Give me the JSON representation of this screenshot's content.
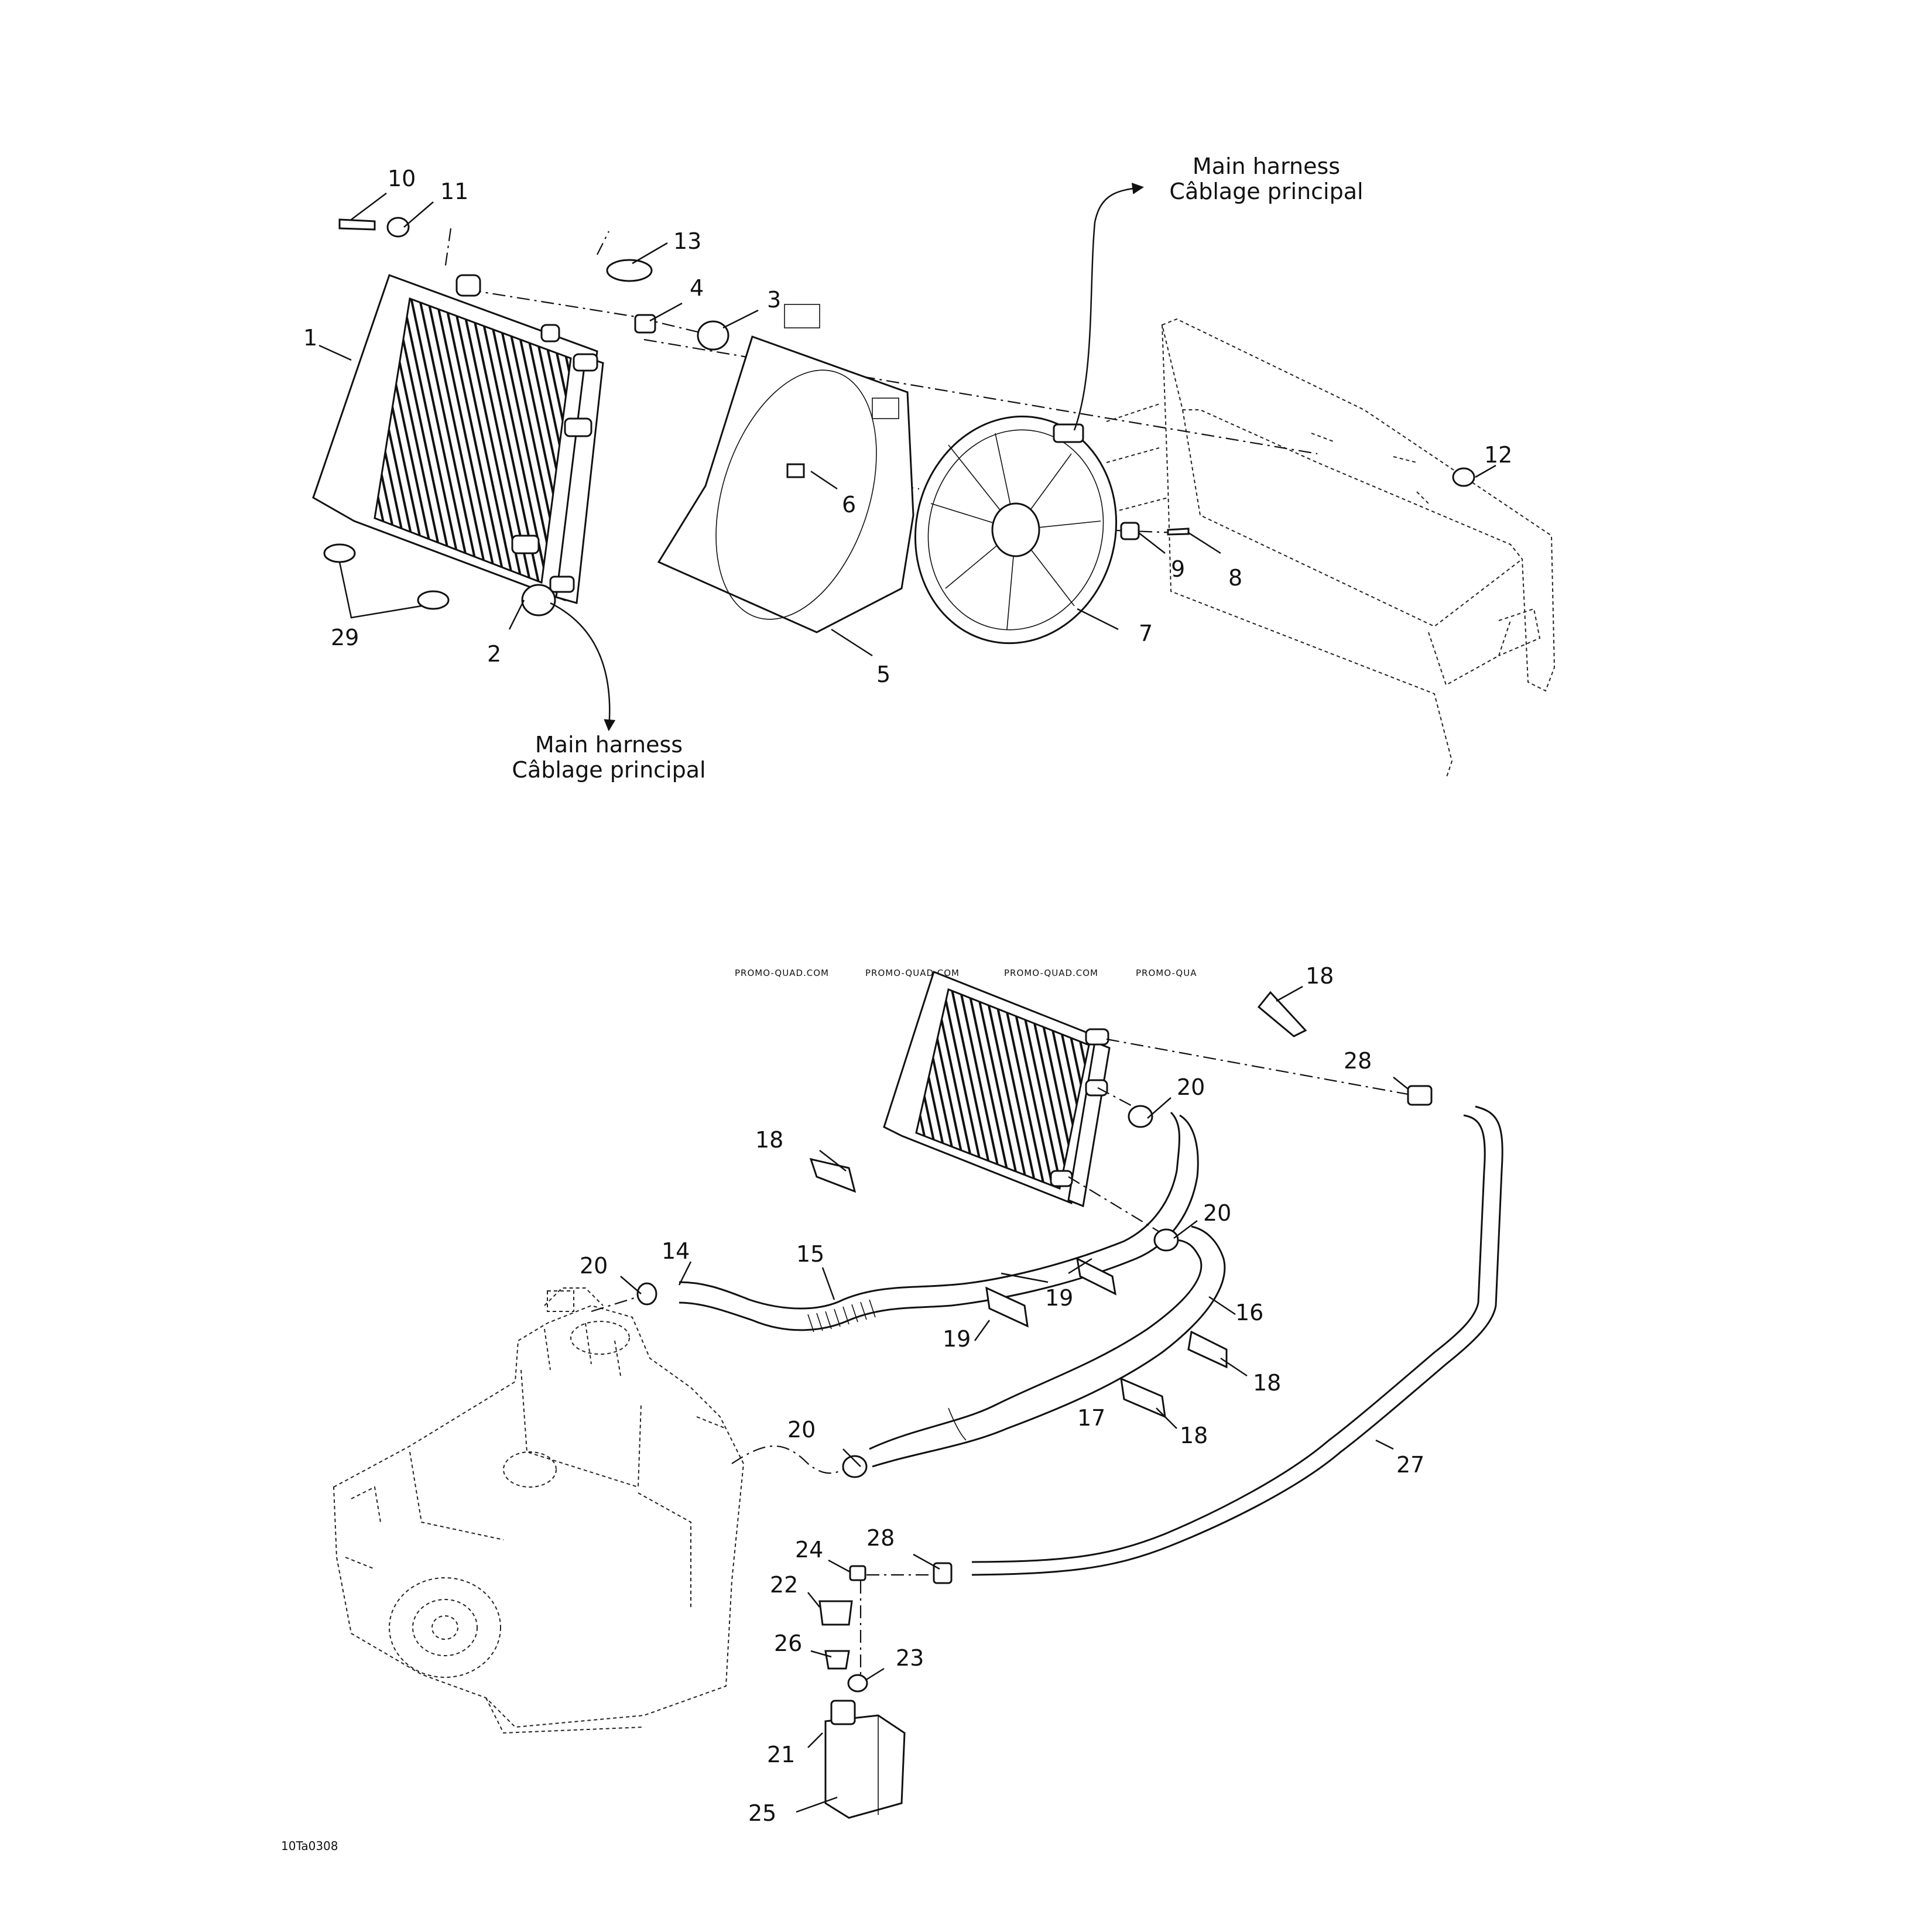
{
  "callouts_top": [
    "1",
    "2",
    "3",
    "4",
    "5",
    "6",
    "7",
    "8",
    "9",
    "10",
    "11",
    "12",
    "13",
    "29"
  ],
  "callouts_bottom": [
    "14",
    "15",
    "16",
    "17",
    "18",
    "18",
    "18",
    "18",
    "19",
    "19",
    "20",
    "20",
    "20",
    "20",
    "21",
    "22",
    "23",
    "24",
    "25",
    "26",
    "27",
    "28",
    "28"
  ],
  "notes": {
    "harness_top_en": "Main harness",
    "harness_top_fr": "Câblage principal",
    "harness_bottom_en": "Main harness",
    "harness_bottom_fr": "Câblage principal"
  },
  "watermark": [
    "PROMO-QUAD.COM",
    "PROMO-QUAD.COM",
    "PROMO-QUAD.COM",
    "PROMO-QUA"
  ],
  "figure_code": "10Ta0308"
}
